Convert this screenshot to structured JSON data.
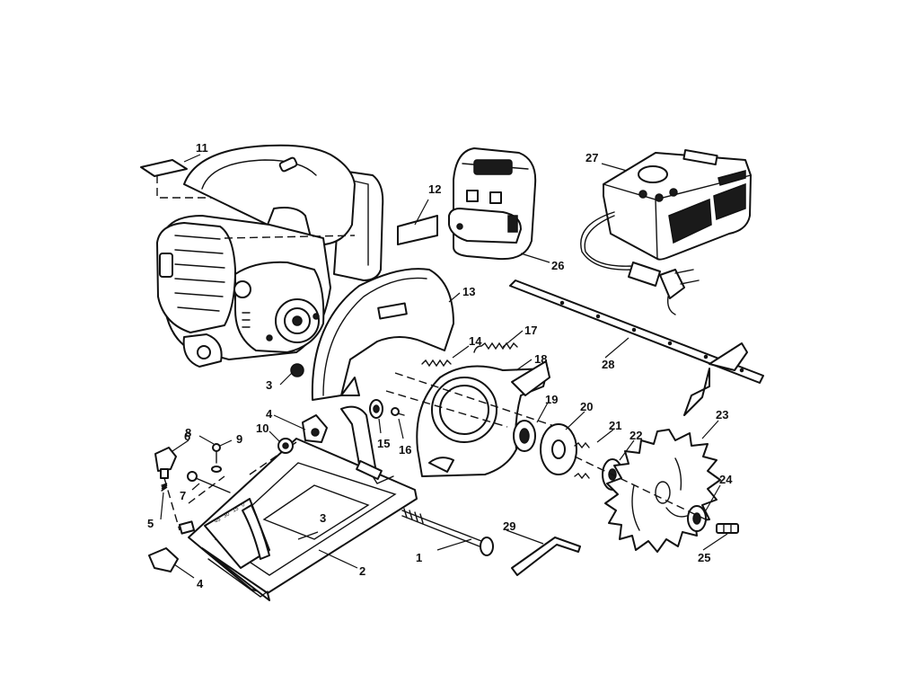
{
  "diagram": {
    "callouts": [
      {
        "id": "c1",
        "label": "1"
      },
      {
        "id": "c2",
        "label": "2"
      },
      {
        "id": "c3a",
        "label": "3"
      },
      {
        "id": "c3b",
        "label": "3"
      },
      {
        "id": "c4a",
        "label": "4"
      },
      {
        "id": "c4b",
        "label": "4"
      },
      {
        "id": "c5",
        "label": "5"
      },
      {
        "id": "c6",
        "label": "6"
      },
      {
        "id": "c7",
        "label": "7"
      },
      {
        "id": "c8",
        "label": "8"
      },
      {
        "id": "c9",
        "label": "9"
      },
      {
        "id": "c10",
        "label": "10"
      },
      {
        "id": "c11",
        "label": "11"
      },
      {
        "id": "c12",
        "label": "12"
      },
      {
        "id": "c13",
        "label": "13"
      },
      {
        "id": "c14",
        "label": "14"
      },
      {
        "id": "c15",
        "label": "15"
      },
      {
        "id": "c16",
        "label": "16"
      },
      {
        "id": "c17",
        "label": "17"
      },
      {
        "id": "c18",
        "label": "18"
      },
      {
        "id": "c19",
        "label": "19"
      },
      {
        "id": "c20",
        "label": "20"
      },
      {
        "id": "c21",
        "label": "21"
      },
      {
        "id": "c22",
        "label": "22"
      },
      {
        "id": "c23",
        "label": "23"
      },
      {
        "id": "c24",
        "label": "24"
      },
      {
        "id": "c25",
        "label": "25"
      },
      {
        "id": "c26",
        "label": "26"
      },
      {
        "id": "c27",
        "label": "27"
      },
      {
        "id": "c28",
        "label": "28"
      },
      {
        "id": "c29",
        "label": "29"
      }
    ],
    "bevel_scale_marks": [
      "45",
      "30",
      "15",
      "0"
    ]
  }
}
